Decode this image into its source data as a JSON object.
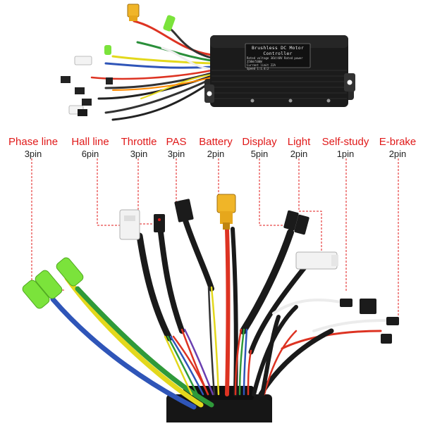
{
  "controller": {
    "plate_title": "Brushless DC Motor Controller",
    "plate_line1": "Rated voltage 36V/48V  Rated power 350W/500W",
    "plate_line2": "Current limit 22A",
    "plate_line3": "Speed 1:1.4:2"
  },
  "labels": [
    {
      "name": "Phase line",
      "pins": "3pin"
    },
    {
      "name": "Hall line",
      "pins": "6pin"
    },
    {
      "name": "Throttle",
      "pins": "3pin"
    },
    {
      "name": "PAS",
      "pins": "3pin"
    },
    {
      "name": "Battery",
      "pins": "2pin"
    },
    {
      "name": "Display",
      "pins": "5pin"
    },
    {
      "name": "Light",
      "pins": "2pin"
    },
    {
      "name": "Self-study",
      "pins": "1pin"
    },
    {
      "name": "E-brake",
      "pins": "2pin"
    }
  ],
  "colors": {
    "label_red": "#e01919",
    "pin_text": "#222222",
    "leader_line": "#e01919",
    "controller_body": "#1b1b1b",
    "phase_yellow": "#e3d81c",
    "phase_green": "#2f9a3a",
    "phase_blue": "#2f55b8",
    "connector_green": "#7be33b"
  }
}
